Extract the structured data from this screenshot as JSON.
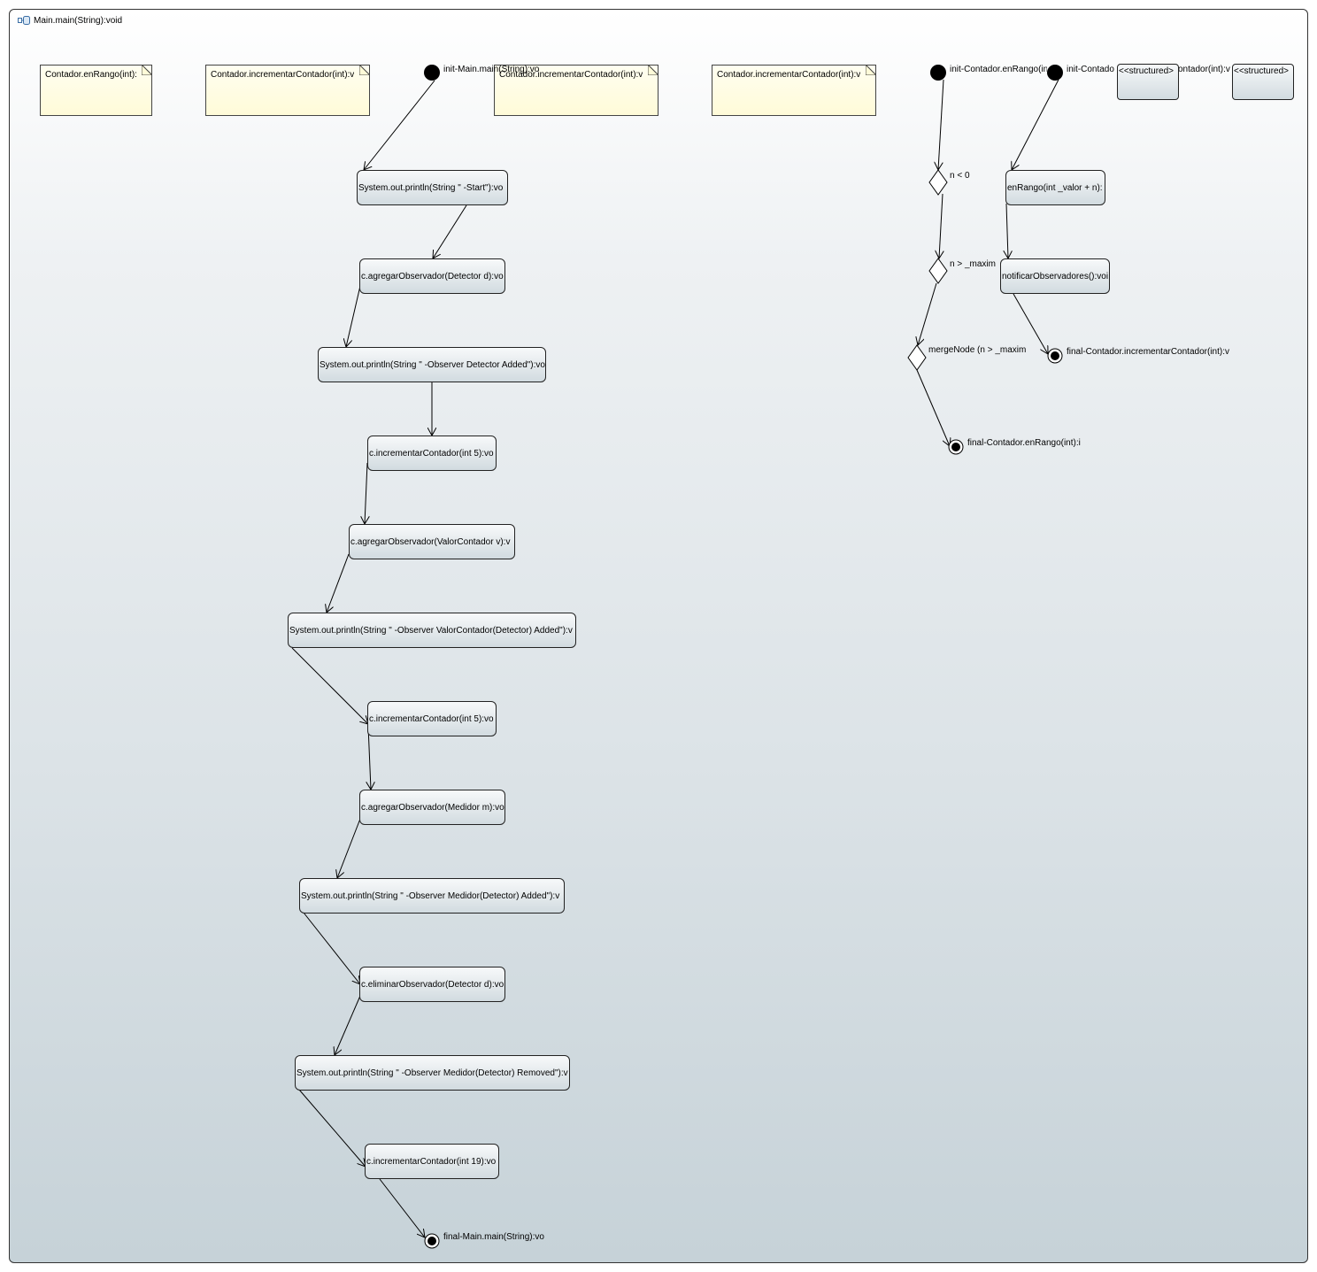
{
  "frame": {
    "title": "Main.main(String):void",
    "icon": "activity-icon"
  },
  "notes": [
    "Contador.enRango(int):",
    "Contador.incrementarContador(int):v",
    "Contador.incrementarContador(int):v",
    "Contador.incrementarContador(int):v"
  ],
  "main_flow": {
    "initial_label": "init-Main.main(String):vo",
    "actions": [
      "System.out.println(String \" -Start\"):vo",
      "c.agregarObservador(Detector d):vo",
      "System.out.println(String \" -Observer Detector Added\"):vo",
      "c.incrementarContador(int 5):vo",
      "c.agregarObservador(ValorContador v):v",
      "System.out.println(String \" -Observer ValorContador(Detector) Added\"):v",
      "c.incrementarContador(int 5):vo",
      "c.agregarObservador(Medidor m):vo",
      "System.out.println(String \" -Observer Medidor(Detector) Added\"):v",
      "c.eliminarObservador(Detector d):vo",
      "System.out.println(String \" -Observer Medidor(Detector) Removed\"):v",
      "c.incrementarContador(int 19):vo"
    ],
    "final_label": "final-Main.main(String):vo"
  },
  "enrango_flow": {
    "initial_label": "init-Contador.enRango(in",
    "decision1": "n < 0",
    "decision2": "n > _maxim",
    "merge": "mergeNode (n > _maxim",
    "final_label": "final-Contador.enRango(int):i"
  },
  "incrementar_flow": {
    "initial_label": "init-Contado",
    "partial_label": "ontador(int):v",
    "actions": [
      "enRango(int _valor + n):",
      "notificarObservadores():voi"
    ],
    "final_label": "final-Contador.incrementarContador(int):v"
  },
  "structured": [
    "<<structured>",
    "<<structured>"
  ]
}
